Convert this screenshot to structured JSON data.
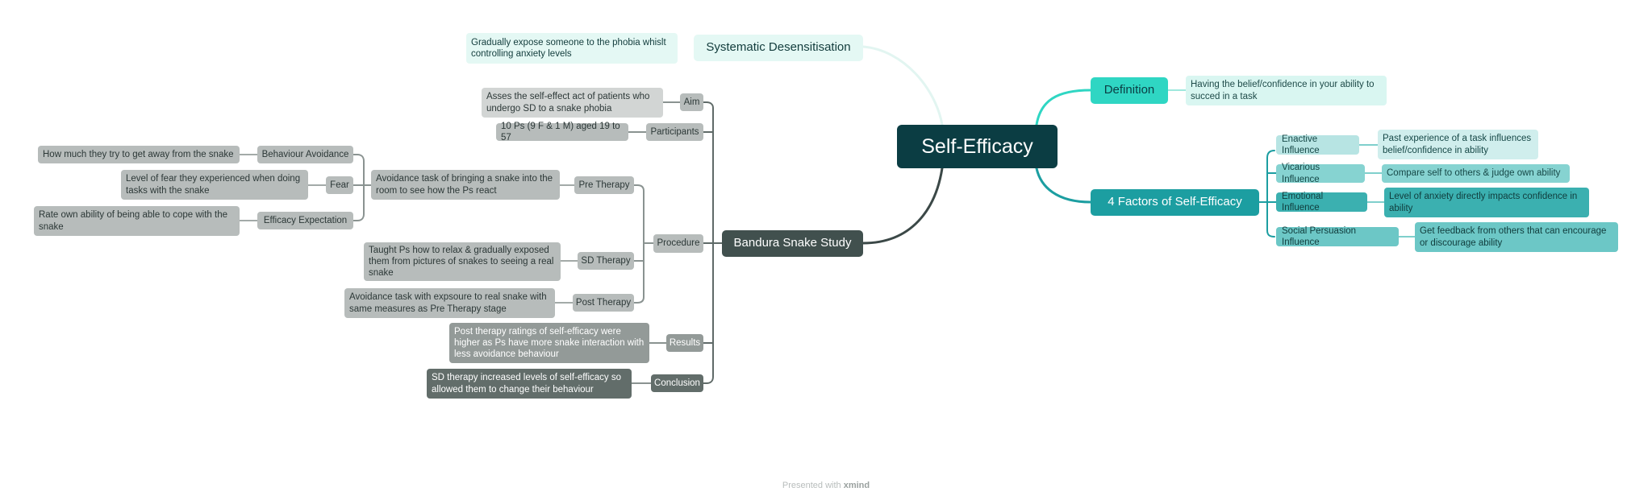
{
  "root": "Self-Efficacy",
  "systematic": {
    "label": "Systematic Desensitisation",
    "desc": "Gradually expose someone to the phobia whislt controlling anxiety levels"
  },
  "definition": {
    "label": "Definition",
    "desc": "Having the belief/confidence in your ability to succed in a task"
  },
  "factors": {
    "label": "4 Factors of Self-Efficacy",
    "items": [
      {
        "label": "Enactive Influence",
        "desc": "Past experience of a task influences belief/confidence in ability"
      },
      {
        "label": "Vicarious Influence",
        "desc": "Compare self to others & judge own ability"
      },
      {
        "label": "Emotional Influence",
        "desc": "Level of anxiety directly impacts confidence in ability"
      },
      {
        "label": "Social Persuasion Influence",
        "desc": "Get feedback from others that can encourage or discourage ability"
      }
    ]
  },
  "bandura": {
    "label": "Bandura Snake Study",
    "aim": {
      "label": "Aim",
      "desc": "Asses the self-effect act of patients who undergo SD to a snake phobia"
    },
    "participants": {
      "label": "Participants",
      "desc": "10 Ps (9 F & 1 M) aged 19 to 57"
    },
    "procedure": {
      "label": "Procedure",
      "pre": {
        "label": "Pre Therapy",
        "desc": "Avoidance task of bringing a snake into the room to see how the Ps react",
        "measures": [
          {
            "label": "Behaviour Avoidance",
            "desc": "How much they try to get away from the snake"
          },
          {
            "label": "Fear",
            "desc": "Level of fear they experienced when doing tasks with the snake"
          },
          {
            "label": "Efficacy Expectation",
            "desc": "Rate own ability of being able to cope with the snake"
          }
        ]
      },
      "sd": {
        "label": "SD Therapy",
        "desc": "Taught Ps how to relax & gradually exposed them from pictures of snakes to seeing a real snake"
      },
      "post": {
        "label": "Post Therapy",
        "desc": "Avoidance task with expsoure to real snake with same measures as Pre Therapy stage"
      }
    },
    "results": {
      "label": "Results",
      "desc": "Post therapy ratings of self-efficacy were higher as Ps have more snake interaction with less avoidance behaviour"
    },
    "conclusion": {
      "label": "Conclusion",
      "desc": "SD therapy increased levels of self-efficacy so allowed them to change their behaviour"
    }
  },
  "footer": {
    "prefix": "Presented with",
    "brand": "xmind"
  },
  "colors": {
    "root": "#0b3d43",
    "teal": "#1c9ea1",
    "mint": "#2fd6c3",
    "gray_line": "#5f6a68"
  }
}
